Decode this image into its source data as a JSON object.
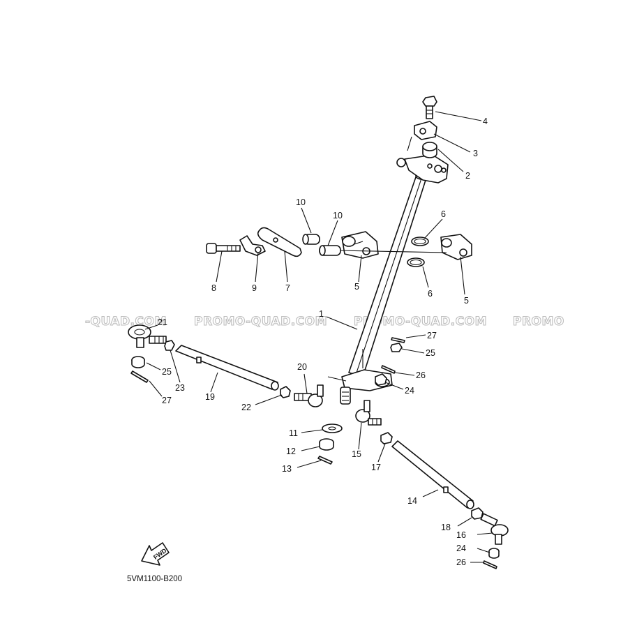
{
  "watermark": {
    "texts": [
      "-QUAD.COM",
      "PROMO-QUAD.COM",
      "PROMO-QUAD.COM",
      "PROMO"
    ],
    "color": "#bdbdbd"
  },
  "diagram_code": "5VM1100-B200",
  "fwd_label": "FWD",
  "callouts": {
    "c1": "1",
    "c2": "2",
    "c3": "3",
    "c4": "4",
    "c5a": "5",
    "c5b": "5",
    "c6a": "6",
    "c6b": "6",
    "c7": "7",
    "c8": "8",
    "c9": "9",
    "c10a": "10",
    "c10b": "10",
    "c11": "11",
    "c12": "12",
    "c13": "13",
    "c14": "14",
    "c15": "15",
    "c16": "16",
    "c17": "17",
    "c18": "18",
    "c19": "19",
    "c20": "20",
    "c21": "21",
    "c22": "22",
    "c23": "23",
    "c24a": "24",
    "c24b": "24",
    "c25a": "25",
    "c25b": "25",
    "c26a": "26",
    "c26b": "26",
    "c27a": "27",
    "c27b": "27"
  }
}
